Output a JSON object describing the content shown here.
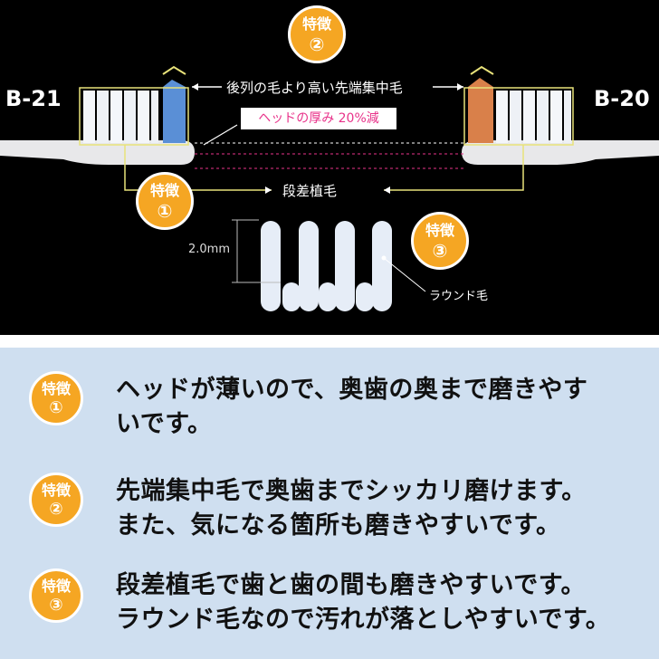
{
  "diagram": {
    "model_left": "B-21",
    "model_right": "B-20",
    "badge_word": "特徴",
    "badge_num_1": "①",
    "badge_num_2": "②",
    "badge_num_3": "③",
    "callout_tip": "後列の毛より高い先端集中毛",
    "callout_thin": "ヘッドの厚み 20%減",
    "callout_step": "段差植毛",
    "dimension": "2.0mm",
    "round_label": "ラウンド毛"
  },
  "features": [
    {
      "word": "特徴",
      "num": "①",
      "line1": "ヘッドが薄いので、奥歯の奥まで磨きやす",
      "line2": "いです。"
    },
    {
      "word": "特徴",
      "num": "②",
      "line1": "先端集中毛で奥歯までシッカリ磨けます。",
      "line2": "また、気になる箇所も磨きやすいです。"
    },
    {
      "word": "特徴",
      "num": "③",
      "line1": "段差植毛で歯と歯の間も磨きやすいです。",
      "line2": "ラウンド毛なので汚れが落としやすいです。"
    }
  ],
  "colors": {
    "badge": "#f5a623",
    "top_bg": "#000000",
    "bottom_bg": "#cfdff0",
    "guide": "#e8e27a",
    "callout_pink": "#e8338a"
  }
}
